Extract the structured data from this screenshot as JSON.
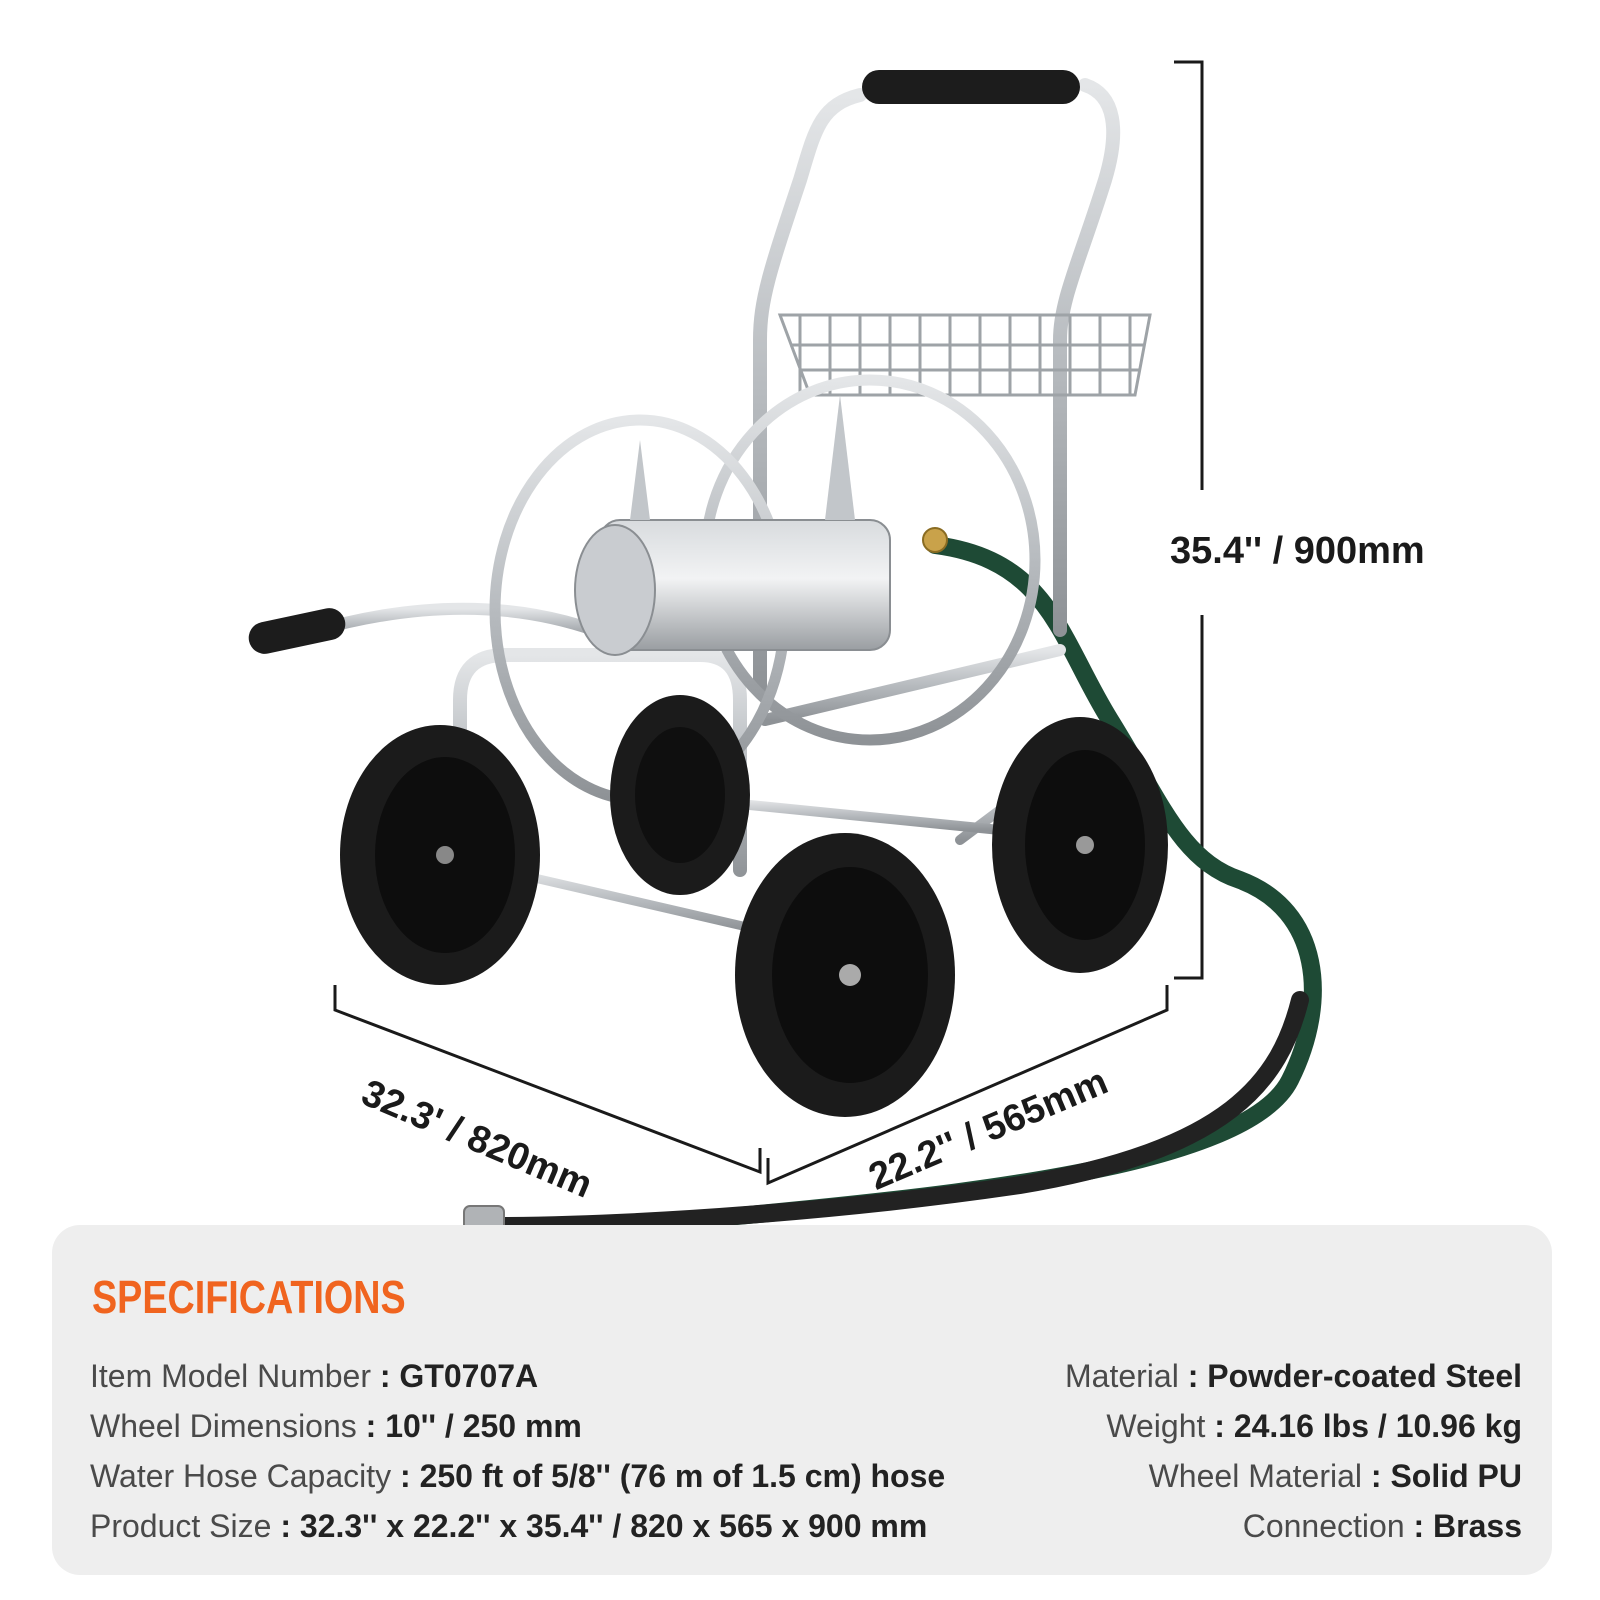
{
  "dimensions": {
    "height": "35.4'' / 900mm",
    "length": "32.3' / 820mm",
    "width": "22.2'' / 565mm"
  },
  "specifications": {
    "title": "SPECIFICATIONS",
    "left": [
      {
        "label": "Item Model Number",
        "value": ": GT0707A"
      },
      {
        "label": "Wheel Dimensions",
        "value": ": 10'' / 250 mm"
      },
      {
        "label": "Water Hose Capacity",
        "value": ": 250 ft of 5/8'' (76 m of 1.5 cm) hose"
      },
      {
        "label": "Product Size",
        "value": ": 32.3'' x 22.2'' x 35.4'' / 820 x 565 x 900 mm"
      }
    ],
    "right": [
      {
        "label": "Material",
        "value": ": Powder-coated Steel"
      },
      {
        "label": "Weight",
        "value": ": 24.16 lbs / 10.96 kg"
      },
      {
        "label": "Wheel Material",
        "value": ": Solid PU"
      },
      {
        "label": "Connection",
        "value": ": Brass"
      }
    ]
  },
  "colors": {
    "accent": "#f0641f",
    "panel_bg": "#eeeeee",
    "frame": "#b9bdc1",
    "tire": "#1b1b1b",
    "hose": "#1e4a35"
  },
  "icons": [
    "hose-reel-cart-image"
  ]
}
